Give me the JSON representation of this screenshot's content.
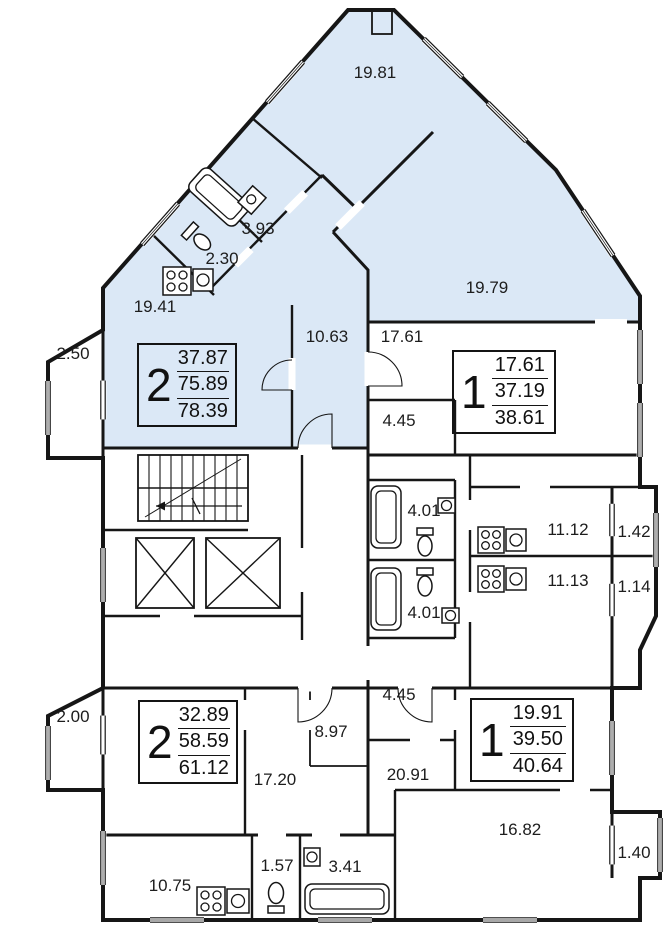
{
  "plan": {
    "highlight_color": "#dbe8f6",
    "wall_color": "#161616",
    "paper_color": "#ffffff"
  },
  "apartments": [
    {
      "num": "2",
      "a1": "37.87",
      "a2": "75.89",
      "a3": "78.39"
    },
    {
      "num": "1",
      "a1": "17.61",
      "a2": "37.19",
      "a3": "38.61"
    },
    {
      "num": "2",
      "a1": "32.89",
      "a2": "58.59",
      "a3": "61.12"
    },
    {
      "num": "1",
      "a1": "19.91",
      "a2": "39.50",
      "a3": "40.64"
    }
  ],
  "labels": [
    "19.81",
    "3.93",
    "2.30",
    "19.41",
    "19.79",
    "2.50",
    "10.63",
    "17.61",
    "4.45",
    "4.01",
    "4.01",
    "11.12",
    "11.13",
    "1.42",
    "1.14",
    "2.00",
    "8.97",
    "4.45",
    "20.91",
    "17.20",
    "16.82",
    "1.40",
    "1.57",
    "3.41",
    "10.75"
  ]
}
